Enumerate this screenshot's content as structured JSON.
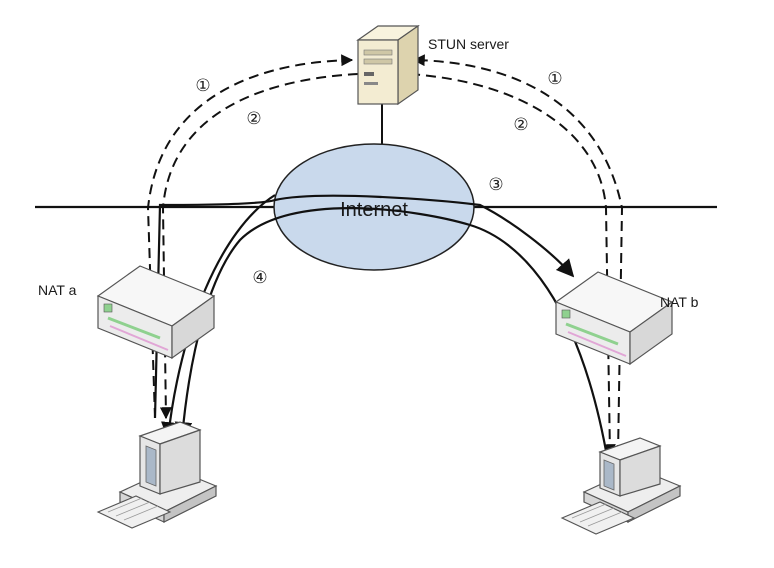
{
  "labels": {
    "stun_server": "STUN server",
    "internet": "Internet",
    "nat_a": "NAT a",
    "nat_b": "NAT b"
  },
  "steps": {
    "s1_left": "①",
    "s1_right": "①",
    "s2_left": "②",
    "s2_right": "②",
    "s3": "③",
    "s4": "④"
  },
  "colors": {
    "cloud_fill": "#c9d9ec",
    "line": "#111111",
    "device_body": "#f2f2f2",
    "device_edge": "#555555",
    "nat_stripe_green": "#8fd18f",
    "nat_stripe_pink": "#e1a6d6",
    "server_body": "#f3ecd2"
  },
  "icons": [
    "server-icon",
    "router-icon",
    "computer-icon",
    "keyboard-icon"
  ]
}
